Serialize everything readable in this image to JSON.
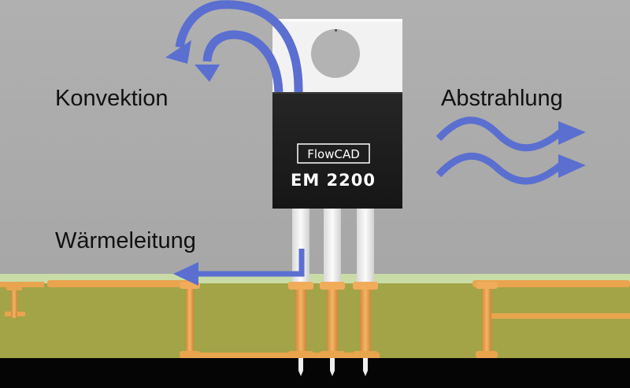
{
  "labels": {
    "convection": "Konvektion",
    "radiation": "Abstrahlung",
    "conduction": "Wärmeleitung"
  },
  "component": {
    "brand": "FlowCAD",
    "model": "EM 2200"
  },
  "colors": {
    "background": "#ababab",
    "arrow": "#5a6fd0",
    "tab_metal": "#f2f2f2",
    "chip_body": "#1d1d1d",
    "pcb_substrate": "#a3a347",
    "pcb_copper": "#e9a44e",
    "pcb_surface": "#c9dca7",
    "board_bottom": "#050505"
  },
  "icons": {
    "convection": "curved-up-arrow-icon",
    "radiation": "wave-arrow-icon",
    "conduction": "bent-left-arrow-icon"
  }
}
